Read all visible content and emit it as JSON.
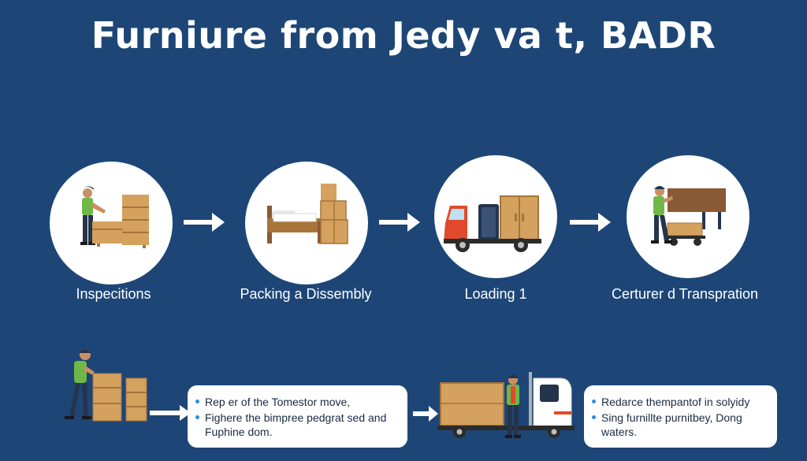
{
  "title": "Furniure from Jedy va t, BADR",
  "steps": [
    {
      "label": "Inspecitions",
      "icon": "worker-boxes-icon"
    },
    {
      "label": "Packing a Dissembly",
      "icon": "bed-boxes-icon"
    },
    {
      "label": "Loading 1",
      "icon": "truck-icon"
    },
    {
      "label": "Certurer d Transpration",
      "icon": "worker-cart-icon"
    }
  ],
  "notes": [
    {
      "items": [
        "Rep er of the Tomestor move,",
        "Fighere the bimpree pedgrat sed and Fuphine dom."
      ]
    },
    {
      "items": [
        "Redarce thempantof in solyidy",
        "Sing furnillte purnitbey, Dong waters."
      ]
    }
  ],
  "colors": {
    "background": "#1d4677",
    "box": "#d4a15e",
    "box_dark": "#a8743a",
    "shirt": "#6fb848",
    "pants": "#24344d",
    "truck_red": "#e04a2b",
    "bullet": "#2a8fd8"
  }
}
